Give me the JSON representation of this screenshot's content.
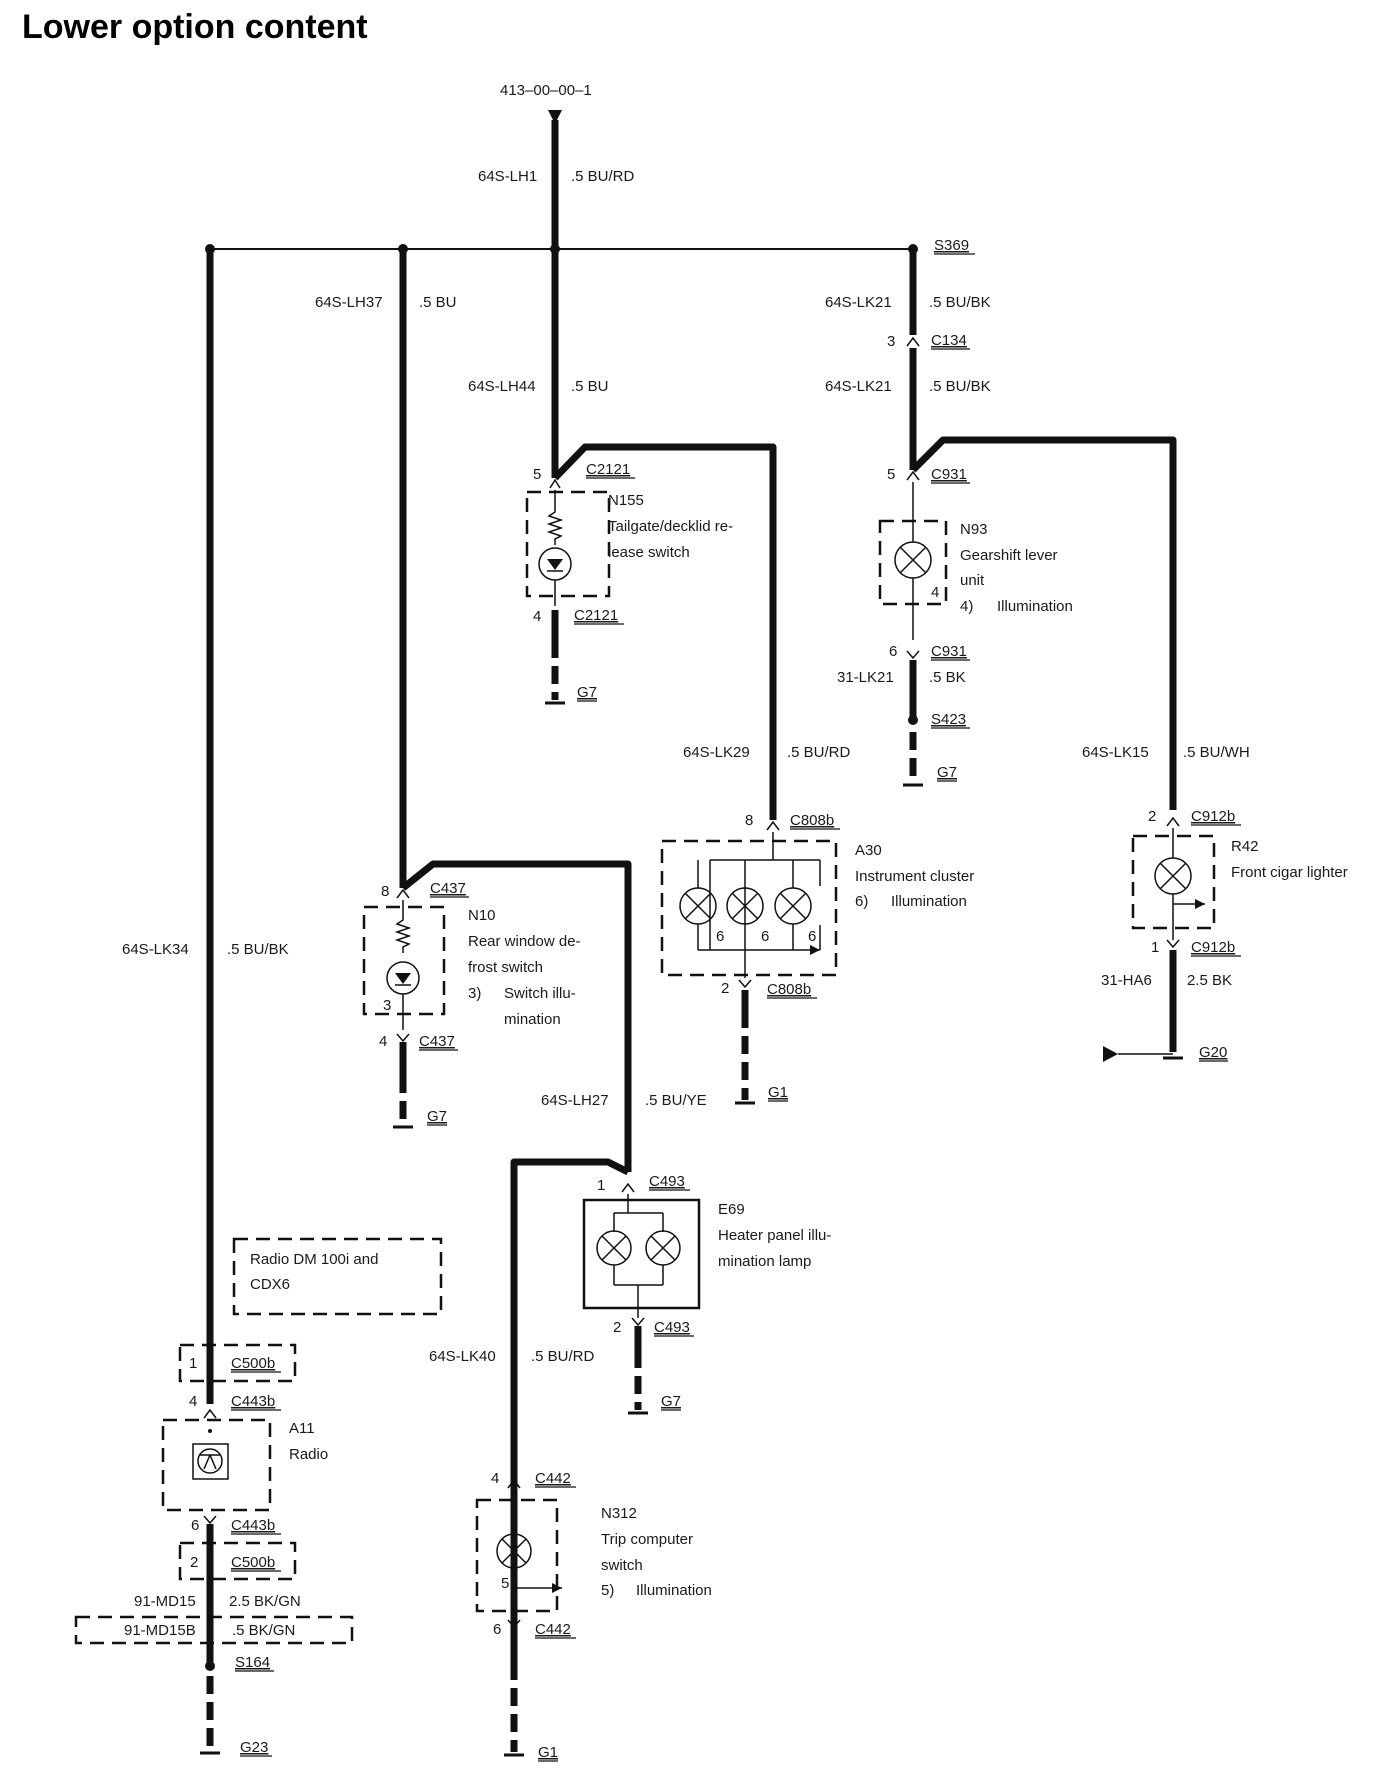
{
  "title": "Lower option content",
  "wire_labels": {
    "ref_top": "413–00–00–1",
    "lh1": "64S-LH1",
    "lh1_c": ".5 BU/RD",
    "s369": "S369",
    "lh37": "64S-LH37",
    "lh37_c": ".5 BU",
    "lk21a": "64S-LK21",
    "lk21a_c": ".5 BU/BK",
    "lh44": "64S-LH44",
    "lh44_c": ".5 BU",
    "lk21b": "64S-LK21",
    "lk21b_c": ".5 BU/BK",
    "c134_pin": "3",
    "c134": "C134",
    "c2121_pin_top": "5",
    "c2121_top": "C2121",
    "c2121_pin_bot": "4",
    "c2121_bot": "C2121",
    "c931_pin_top": "5",
    "c931_top": "C931",
    "c931_pin_bot": "6",
    "c931_bot": "C931",
    "n93_pin": "4",
    "lk21_31": "31-LK21",
    "lk21_31_c": ".5 BK",
    "s423": "S423",
    "g7_a": "G7",
    "g7_b": "G7",
    "g7_c": "G7",
    "g7_d": "G7",
    "lk29": "64S-LK29",
    "lk29_c": ".5 BU/RD",
    "lk15": "64S-LK15",
    "lk15_c": ".5 BU/WH",
    "c808b_pin_top": "8",
    "c808b_top": "C808b",
    "c808b_pin_bot": "2",
    "c808b_bot": "C808b",
    "a30_pins": [
      "6",
      "6",
      "6"
    ],
    "c912b_pin_top": "2",
    "c912b_top": "C912b",
    "c912b_pin_bot": "1",
    "c912b_bot": "C912b",
    "ha6": "31-HA6",
    "ha6_c": "2.5 BK",
    "g20": "G20",
    "c437_pin_top": "8",
    "c437_top": "C437",
    "c437_pin_bot": "4",
    "c437_bot": "C437",
    "n10_pin": "3",
    "lk34": "64S-LK34",
    "lk34_c": ".5 BU/BK",
    "g1_a": "G1",
    "lh27": "64S-LH27",
    "lh27_c": ".5 BU/YE",
    "c493_pin_top": "1",
    "c493_top": "C493",
    "c493_pin_bot": "2",
    "c493_bot": "C493",
    "lk40": "64S-LK40",
    "lk40_c": ".5 BU/RD",
    "c500b_pin_top": "1",
    "c500b_top": "C500b",
    "c443b_pin_top": "4",
    "c443b_top": "C443b",
    "c443b_pin_bot": "6",
    "c443b_bot": "C443b",
    "c500b_pin_bot": "2",
    "c500b_bot": "C500b",
    "md15": "91-MD15",
    "md15_c": "2.5 BK/GN",
    "md15b": "91-MD15B",
    "md15b_c": ".5 BK/GN",
    "s164": "S164",
    "g23": "G23",
    "c442_pin_top": "4",
    "c442_top": "C442",
    "n312_pin": "5",
    "c442_pin_bot": "6",
    "c442_bot": "C442",
    "g1_b": "G1"
  },
  "components": {
    "n155": {
      "id": "N155",
      "desc1": "Tailgate/decklid re-",
      "desc2": "lease switch"
    },
    "n93": {
      "id": "N93",
      "desc1": "Gearshift lever",
      "desc2": "unit",
      "note_num": "4)",
      "note": "Illumination"
    },
    "a30": {
      "id": "A30",
      "desc1": "Instrument cluster",
      "note_num": "6)",
      "note": "Illumination"
    },
    "r42": {
      "id": "R42",
      "desc1": "Front cigar lighter"
    },
    "n10": {
      "id": "N10",
      "desc1": "Rear window de-",
      "desc2": "frost switch",
      "note_num": "3)",
      "note1": "Switch illu-",
      "note2": "mination"
    },
    "e69": {
      "id": "E69",
      "desc1": "Heater panel illu-",
      "desc2": "mination lamp"
    },
    "a11": {
      "id": "A11",
      "desc1": "Radio"
    },
    "n312": {
      "id": "N312",
      "desc1": "Trip computer",
      "desc2": "switch",
      "note_num": "5)",
      "note": "Illumination"
    },
    "radio_option": {
      "line1": "Radio DM 100i and",
      "line2": "CDX6"
    }
  }
}
